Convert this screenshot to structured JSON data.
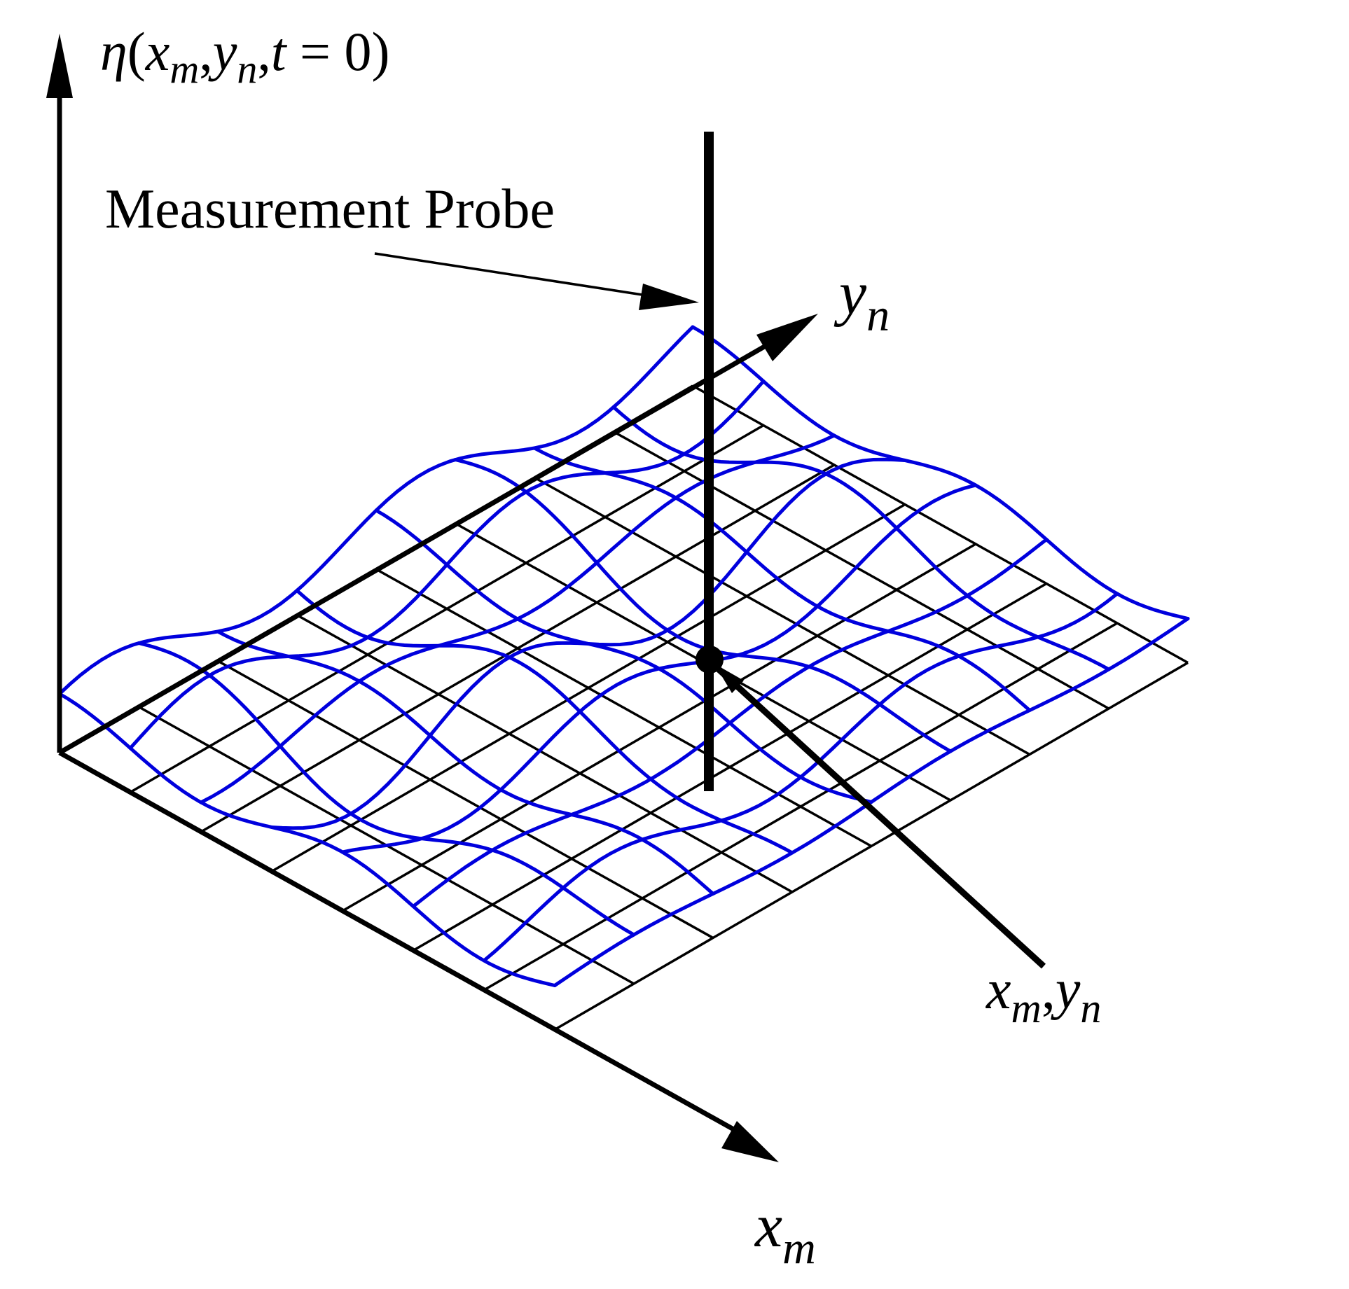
{
  "labels": {
    "eta_symbol": "η",
    "eta_open": "(",
    "eta_x": "x",
    "eta_m": "m",
    "eta_comma1": ",",
    "eta_y": "y",
    "eta_n": "n",
    "eta_comma2": ",",
    "eta_t": "t",
    "eta_eq": " = 0)",
    "probe": "Measurement Probe",
    "y_axis_y": "y",
    "y_axis_n": "n",
    "x_axis_x": "x",
    "x_axis_m": "m",
    "point_x": "x",
    "point_m": "m",
    "point_comma": ",",
    "point_y": "y",
    "point_n": "n"
  },
  "colors": {
    "grid": "#000000",
    "wave": "#0000dd",
    "axis": "#000000"
  }
}
